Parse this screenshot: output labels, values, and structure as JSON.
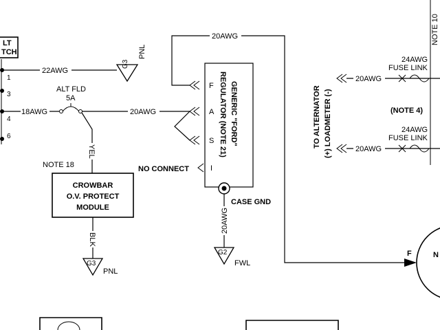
{
  "alt_switch": {
    "title_line1": "LT",
    "title_line2": "TCH",
    "pin_labels": [
      "1",
      "3",
      "4",
      "6"
    ]
  },
  "wires": {
    "top_gauge": "22AWG",
    "left_gauge": "18AWG",
    "mid_gauge": "20AWG",
    "top_loop_gauge": "20AWG",
    "case_gnd_gauge": "20AWG",
    "crowbar_yel": "YEL",
    "crowbar_blk": "BLK"
  },
  "breaker": {
    "label": "ALT FLD",
    "rating": "5A"
  },
  "grounds": {
    "top": {
      "tag": "G3",
      "name": "PNL"
    },
    "crowbar": {
      "tag": "G3",
      "name": "PNL"
    },
    "regulator": {
      "tag": "G2",
      "name": "FWL"
    }
  },
  "crowbar_module": {
    "note": "NOTE 18",
    "line1": "CROWBAR",
    "line2": "O.V. PROTECT",
    "line3": "MODULE"
  },
  "regulator": {
    "title_line1": "GENERIC \"FORD\"",
    "title_line2": "REGULATOR (NOTE 21)",
    "pins": [
      "F",
      "A",
      "S",
      "I"
    ],
    "no_connect": "NO CONNECT",
    "case_gnd": "CASE GND"
  },
  "loadmeter": {
    "label_line1": "TO ALTERNATOR",
    "label_line2": "(+) LOADMETER (-)",
    "top_wire": "20AWG",
    "bottom_wire": "20AWG",
    "fuse_top_gauge": "24AWG",
    "fuse_top_label": "FUSE LINK",
    "fuse_bottom_gauge": "24AWG",
    "fuse_bottom_label": "FUSE LINK",
    "note": "(NOTE 4)",
    "note_right": "NOTE 10"
  },
  "alternator": {
    "field_pin": "F",
    "label_partial": "N"
  }
}
